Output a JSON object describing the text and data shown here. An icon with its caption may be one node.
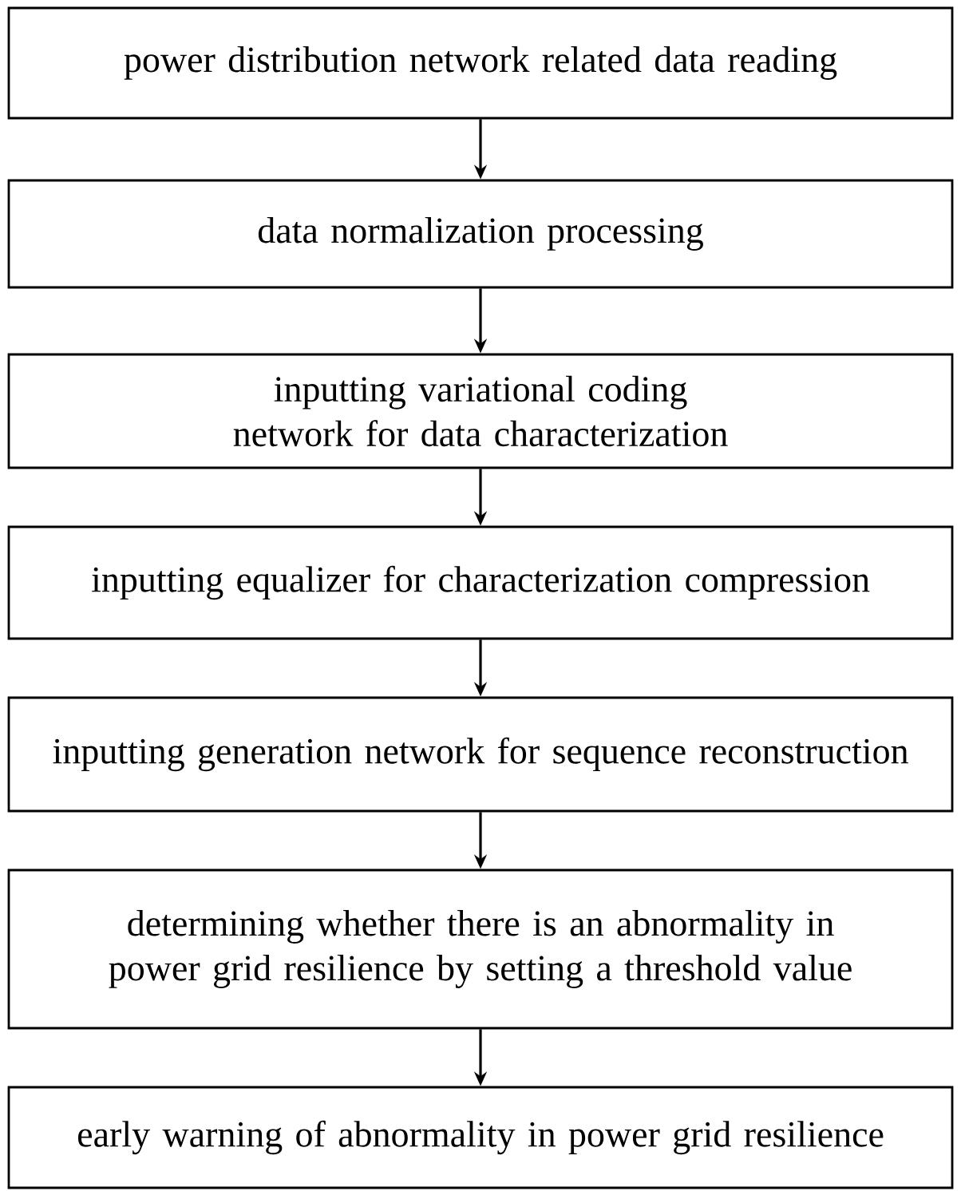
{
  "diagram": {
    "nodes": [
      {
        "text": [
          "power distribution network related data reading"
        ]
      },
      {
        "text": [
          "data normalization processing"
        ]
      },
      {
        "text": [
          "inputting variational coding network for data characterization"
        ]
      },
      {
        "text": [
          "inputting equalizer for characterization compression"
        ]
      },
      {
        "text": [
          "inputting generation network for sequence reconstruction"
        ]
      },
      {
        "text": [
          "determining whether there is an abnormality in power grid resilience by setting a threshold value"
        ]
      },
      {
        "text": [
          "early warning of abnormality in power grid resilience"
        ]
      }
    ],
    "edges": [
      {
        "from": 0,
        "to": 1,
        "arrow": "to"
      },
      {
        "from": 1,
        "to": 2,
        "arrow": "to"
      },
      {
        "from": 2,
        "to": 3,
        "arrow": "to"
      },
      {
        "from": 3,
        "to": 4,
        "arrow": "to"
      },
      {
        "from": 4,
        "to": 5,
        "arrow": "to"
      },
      {
        "from": 5,
        "to": 6,
        "arrow": "to"
      }
    ]
  }
}
